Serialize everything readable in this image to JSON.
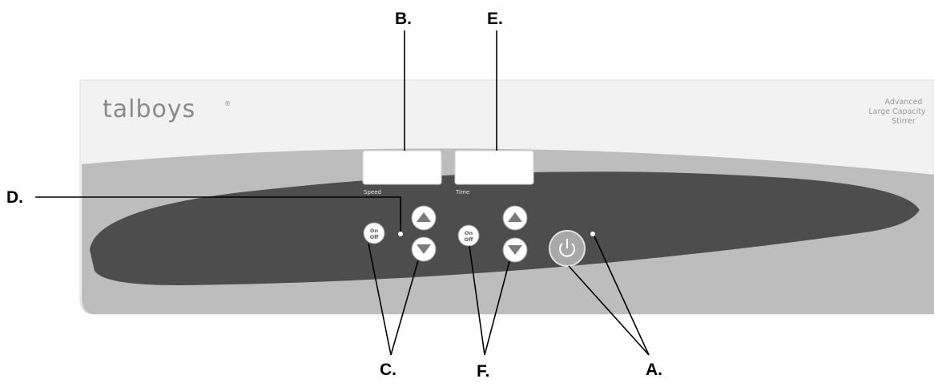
{
  "callouts": {
    "a": "A.",
    "b": "B.",
    "c": "C.",
    "d": "D.",
    "e": "E.",
    "f": "F."
  },
  "panel": {
    "brand": "talboys",
    "trademark": "®",
    "model_line1": "Advanced",
    "model_line2": "Large Capacity",
    "model_line3": "Stirrer",
    "speed_label": "Speed",
    "time_label": "Time",
    "on_label": "On",
    "off_label": "Off",
    "up_icon": "triangle-up",
    "down_icon": "triangle-down",
    "power_icon": "power-symbol"
  },
  "colors": {
    "panel_top": "#f2f2f2",
    "panel_band": "#bdbdbd",
    "panel_dark": "#4d4d4d",
    "display": "#ffffff",
    "button": "#ffffff",
    "power_button": "#a8a8a8"
  }
}
